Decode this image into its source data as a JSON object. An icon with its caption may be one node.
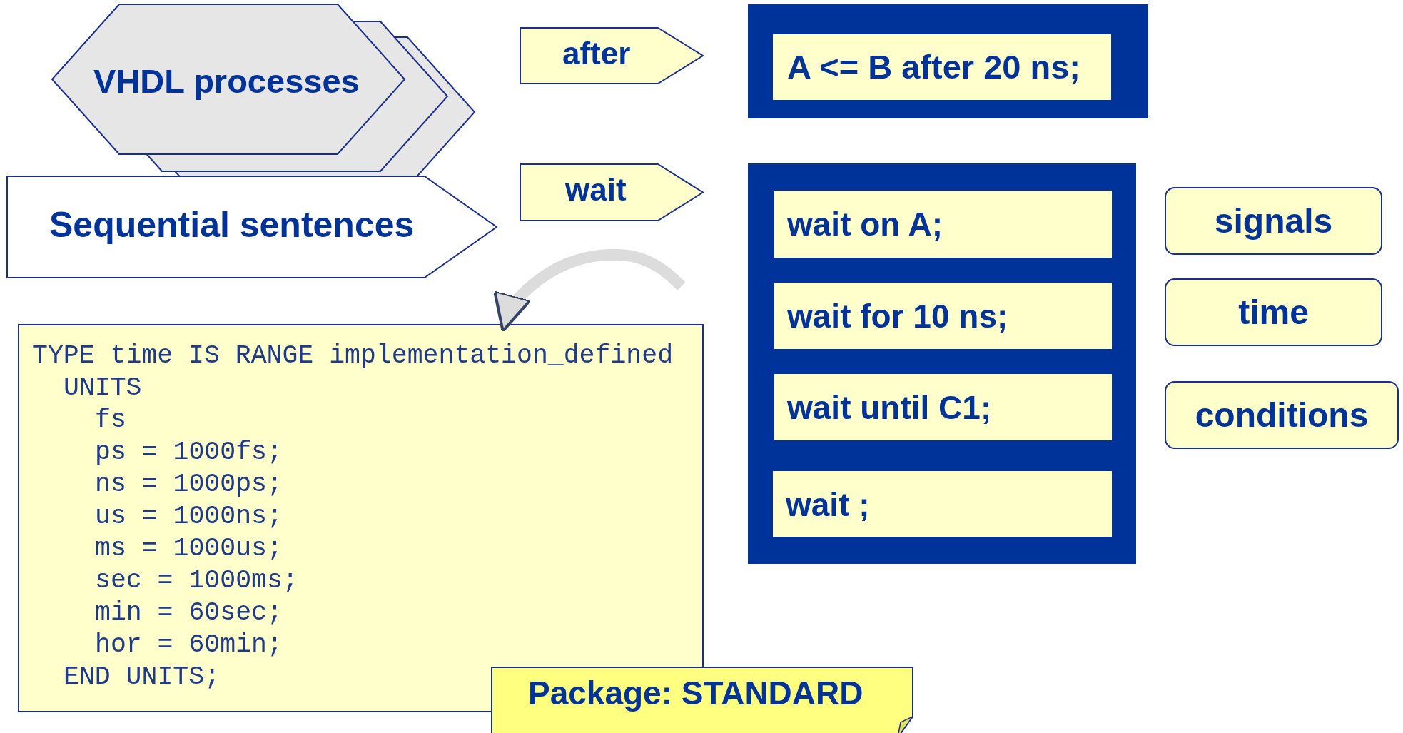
{
  "diagram": {
    "nodes": [
      {
        "text": [
          "VHDL processes"
        ]
      },
      {
        "text": [
          "Sequential sentences"
        ]
      },
      {
        "text": [
          "after"
        ]
      },
      {
        "text": [],
        "shape": "box"
      },
      {
        "text": [
          "A <= B after 20 ns;"
        ],
        "in": 3
      },
      {
        "text": [
          "wait"
        ]
      },
      {
        "text": [],
        "shape": "box"
      },
      {
        "text": [
          "wait on A;"
        ],
        "in": 6
      },
      {
        "text": [
          "wait for 10 ns;"
        ],
        "in": 6
      },
      {
        "text": [
          "wait until C1;"
        ],
        "in": 6
      },
      {
        "text": [
          "wait ;"
        ],
        "in": 6
      },
      {
        "text": [
          "signals"
        ]
      },
      {
        "text": [
          "time"
        ]
      },
      {
        "text": [
          "conditions"
        ]
      },
      {
        "text": [
          "TYPE time IS RANGE implementation_defined",
          "UNITS",
          "fs",
          "ps = 1000fs;",
          "ns = 1000ps;",
          "us = 1000ns;",
          "ms = 1000us;",
          "sec = 1000ms;",
          "min = 60sec;",
          "hor = 60min;",
          "END UNITS;"
        ]
      },
      {
        "text": [
          "Package: STANDARD"
        ]
      }
    ],
    "edges": [
      {
        "from": null,
        "to": 14,
        "arrow": "to"
      }
    ]
  }
}
